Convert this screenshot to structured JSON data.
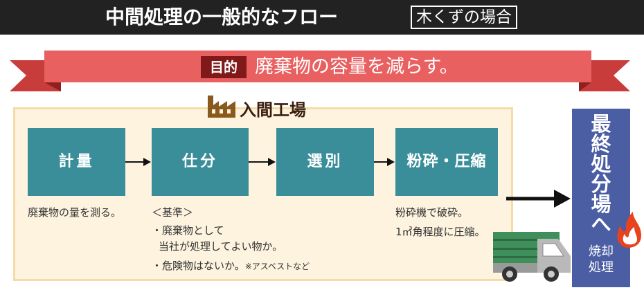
{
  "header": {
    "title": "中間処理の一般的なフロー",
    "case_label": "木くずの場合"
  },
  "banner": {
    "purpose_tag": "目的",
    "purpose_text": "廃棄物の容量を減らす。"
  },
  "factory": {
    "label": "入間工場",
    "steps": [
      {
        "label": "計量",
        "desc": [
          "廃棄物の量を測る。"
        ]
      },
      {
        "label": "仕分",
        "desc": [
          "＜基準＞",
          "・廃棄物として",
          "当社が処理してよい物か。",
          "・危険物はないか。",
          "※アスベストなど"
        ]
      },
      {
        "label": "選別",
        "desc": []
      },
      {
        "label": "粉砕・圧縮",
        "desc": [
          "粉砕機で破砕。",
          "1㎥角程度に圧縮。"
        ]
      }
    ]
  },
  "final": {
    "label": "最終処分場へ",
    "sub_line1": "焼却",
    "sub_line2": "処理"
  },
  "colors": {
    "header_bg": "#222222",
    "banner": "#e96060",
    "banner_tail": "#c83c3c",
    "purpose_tag": "#801a1a",
    "panel_bg": "#fdf3df",
    "panel_border": "#f6dba6",
    "step": "#3a8e9a",
    "final": "#4b5da3",
    "factory_icon": "#8a5a1c",
    "truck_cargo": "#3f8f5a",
    "fire": "#e8431f"
  },
  "icons": [
    "factory-icon",
    "truck-icon",
    "fire-icon",
    "arrow-right-icon"
  ]
}
